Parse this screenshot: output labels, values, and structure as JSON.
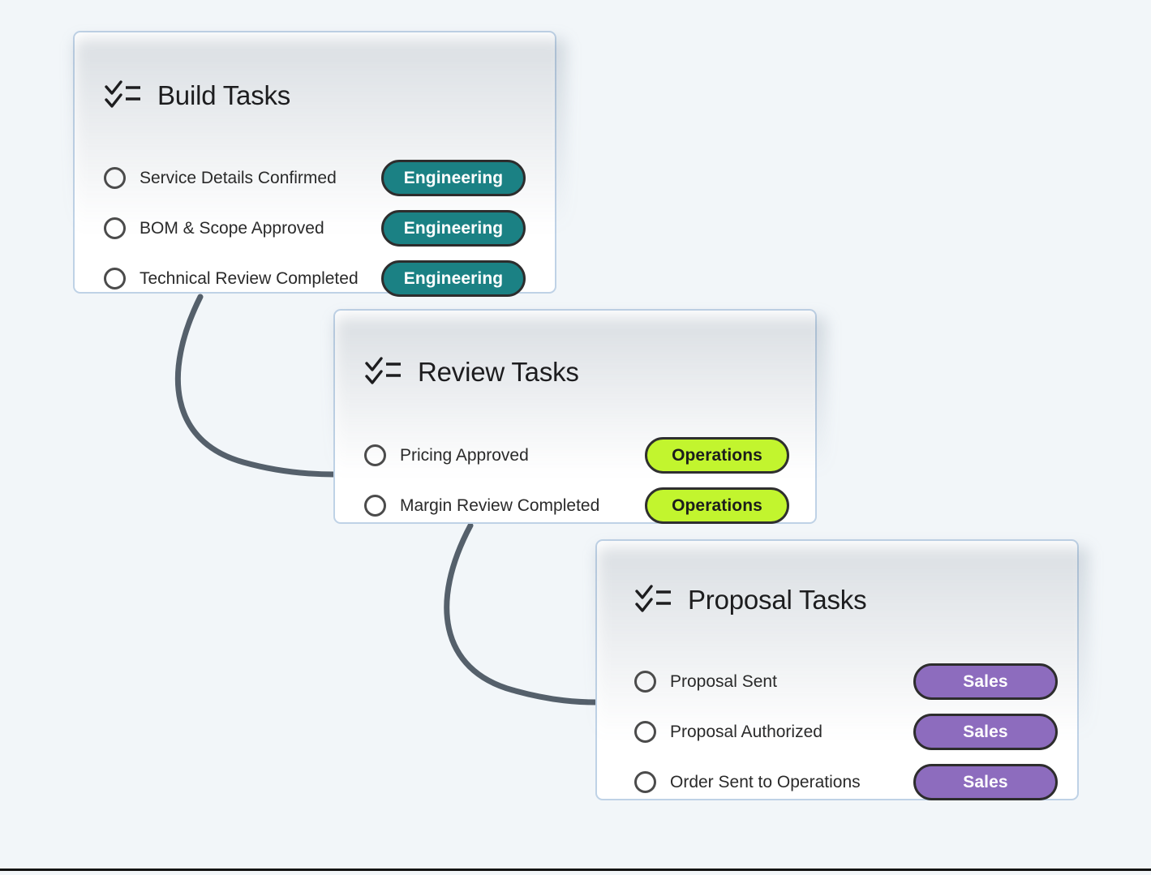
{
  "page": {
    "background_color": "#f2f6f9",
    "card_border_color": "#bfd2e6",
    "connector_color": "#55606b"
  },
  "icons": {
    "checklist": "checklist-icon",
    "checkbox": "unchecked-circle-icon"
  },
  "cards": [
    {
      "id": "build",
      "title": "Build Tasks",
      "badge_color": "#1b8184",
      "badge_text_color": "#ffffff",
      "tasks": [
        {
          "label": "Service Details Confirmed",
          "badge": "Engineering"
        },
        {
          "label": "BOM & Scope Approved",
          "badge": "Engineering"
        },
        {
          "label": "Technical Review Completed",
          "badge": "Engineering"
        }
      ]
    },
    {
      "id": "review",
      "title": "Review Tasks",
      "badge_color": "#c2f52e",
      "badge_text_color": "#1c1c1c",
      "tasks": [
        {
          "label": "Pricing Approved",
          "badge": "Operations"
        },
        {
          "label": "Margin Review Completed",
          "badge": "Operations"
        }
      ]
    },
    {
      "id": "proposal",
      "title": "Proposal Tasks",
      "badge_color": "#8d6cbe",
      "badge_text_color": "#ffffff",
      "tasks": [
        {
          "label": "Proposal Sent",
          "badge": "Sales"
        },
        {
          "label": "Proposal Authorized",
          "badge": "Sales"
        },
        {
          "label": "Order Sent to Operations",
          "badge": "Sales"
        }
      ]
    }
  ],
  "connectors": [
    {
      "from": "build",
      "to": "review"
    },
    {
      "from": "review",
      "to": "proposal"
    }
  ]
}
